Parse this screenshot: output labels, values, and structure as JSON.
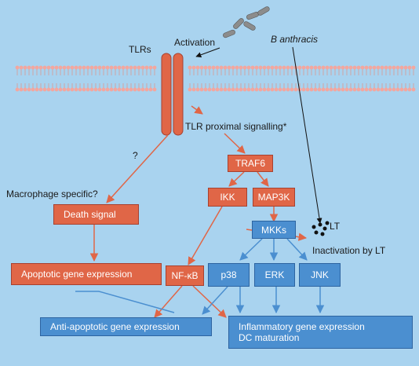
{
  "labels": {
    "tlrs": "TLRs",
    "activation": "Activation",
    "b_anthracis": "B anthracis",
    "tlr_proximal": "TLR proximal signalling*",
    "question": "?",
    "macrophage_specific": "Macrophage specific?",
    "lt": "LT",
    "inactivation": "Inactivation by LT"
  },
  "nodes": {
    "traf6": "TRAF6",
    "ikk": "IKK",
    "map3k": "MAP3K",
    "death_signal": "Death signal",
    "mkks": "MKKs",
    "apoptotic": "Apoptotic gene expression",
    "nfkb": "NF-κB",
    "p38": "p38",
    "erk": "ERK",
    "jnk": "JNK",
    "anti_apoptotic": "Anti-apoptotic gene expression",
    "inflammatory_line1": "Inflammatory gene expression",
    "inflammatory_line2": "DC maturation"
  },
  "colors": {
    "background": "#a9d3ef",
    "signal_red": "#e06647",
    "signal_blue": "#4b8fd0",
    "membrane_head": "#f3a79f",
    "bacteria": "#8c8c8c"
  }
}
